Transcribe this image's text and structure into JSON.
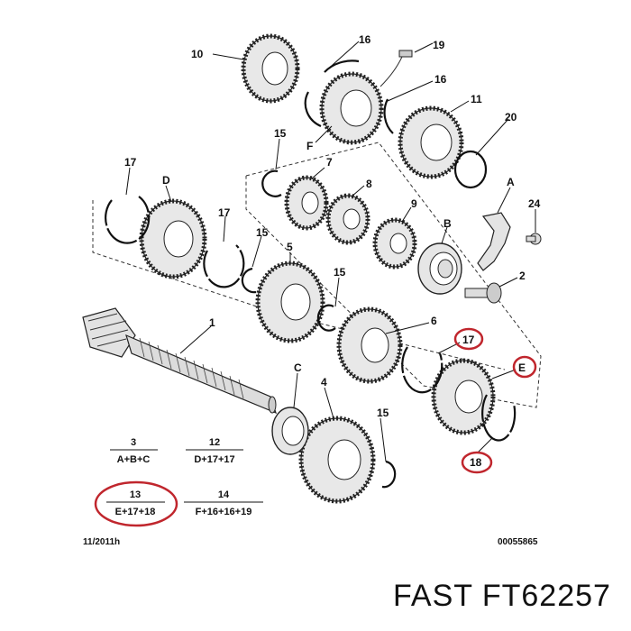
{
  "callouts": {
    "p10": "10",
    "p16a": "16",
    "p19": "19",
    "p16b": "16",
    "pF": "F",
    "p11": "11",
    "p20": "20",
    "p15a": "15",
    "p7": "7",
    "p17a": "17",
    "pD": "D",
    "p8": "8",
    "p9": "9",
    "pA": "A",
    "p24": "24",
    "p17b": "17",
    "p15b": "15",
    "p5": "5",
    "pB": "B",
    "p15c": "15",
    "p2": "2",
    "p1": "1",
    "p6": "6",
    "p17c": "17",
    "pE": "E",
    "pC": "C",
    "p4": "4",
    "p15d": "15",
    "p18": "18"
  },
  "kits": [
    {
      "num": "3",
      "parts": "A+B+C"
    },
    {
      "num": "12",
      "parts": "D+17+17"
    },
    {
      "num": "13",
      "parts": "E+17+18"
    },
    {
      "num": "14",
      "parts": "F+16+16+19"
    }
  ],
  "footer": {
    "date": "11/2011h",
    "code": "00055865"
  },
  "brand_text": "FAST FT62257",
  "colors": {
    "highlight": "#c0262d",
    "ink": "#111111"
  }
}
